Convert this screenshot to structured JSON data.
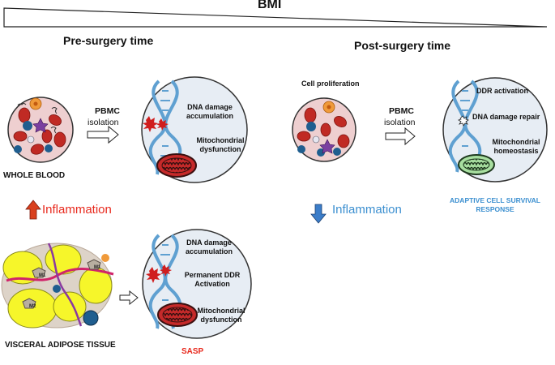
{
  "header": {
    "bmi_label": "BMI"
  },
  "pre": {
    "title": "Pre-surgery time",
    "whole_blood_label": "WHOLE BLOOD",
    "pbmc": "PBMC",
    "isolation": "isolation",
    "cell_dna_damage": [
      "DNA damage",
      "accumulation"
    ],
    "cell_mito": [
      "Mitochondrial",
      "dysfunction"
    ],
    "inflammation": "Inflammation",
    "adipose_label": "VISCERAL ADIPOSE TISSUE",
    "m1_label": "M1",
    "m2_label": "M2",
    "adipose_cell_dna_damage": [
      "DNA damage",
      "accumulation"
    ],
    "adipose_cell_ddr": [
      "Permanent DDR",
      "Activation"
    ],
    "adipose_cell_mito": [
      "Mitochondrial",
      "dysfunction"
    ],
    "sasp": "SASP"
  },
  "post": {
    "title": "Post-surgery time",
    "cell_proliferation": "Cell proliferation",
    "pbmc": "PBMC",
    "isolation": "isolation",
    "ddr_activation": "DDR activation",
    "dna_repair": "DNA damage repair",
    "mito_homeostasis": [
      "Mitochondrial",
      "homeostasis"
    ],
    "inflammation": "Inflammation",
    "survival_response": [
      "ADAPTIVE CELL SURVIVAL",
      "RESPONSE"
    ]
  },
  "colors": {
    "red_text": "#e8281c",
    "blue_text": "#3b8fd0",
    "up_arrow": "#d9401e",
    "down_arrow": "#3b7dc9",
    "mito_red": "#c62a2a",
    "mito_green": "#a8dfa0",
    "adipocyte": "#f6f62a",
    "cell_bg": "#e7edf4",
    "blood_bg": "#eecfd0",
    "dna_blue": "#5fa0d1"
  }
}
